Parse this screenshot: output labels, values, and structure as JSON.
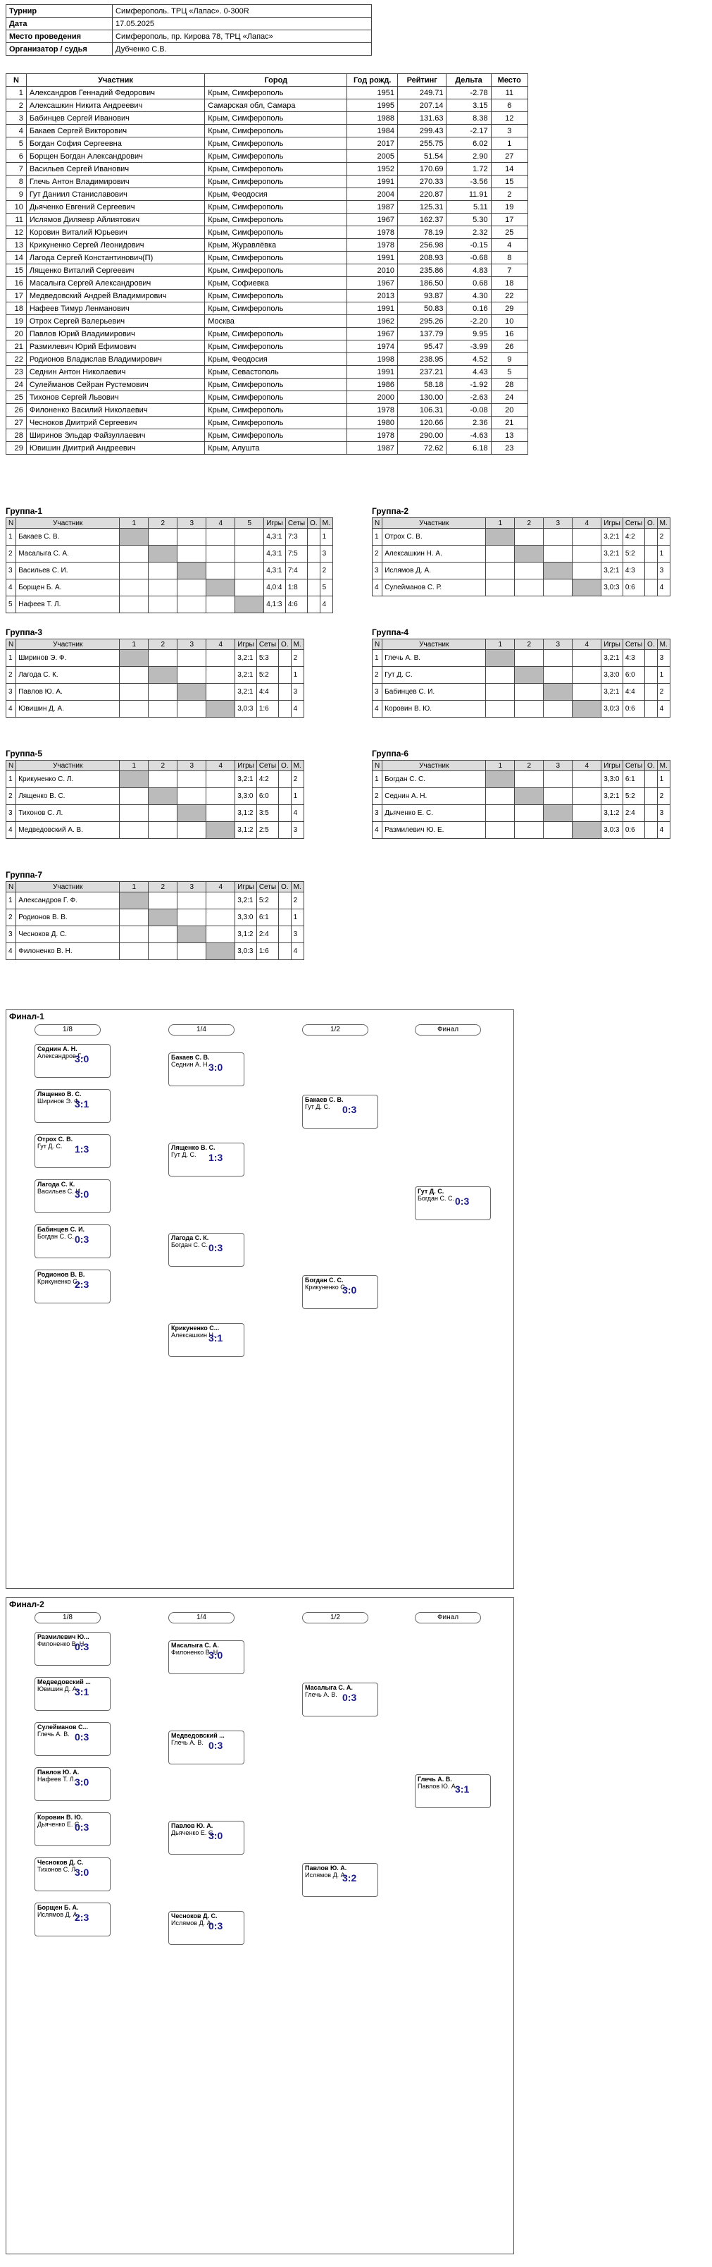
{
  "info": {
    "rows": [
      {
        "k": "Турнир",
        "v": "Симферополь. ТРЦ «Лапас». 0-300R"
      },
      {
        "k": "Дата",
        "v": "17.05.2025"
      },
      {
        "k": "Место проведения",
        "v": "Симферополь, пр. Кирова 78, ТРЦ «Лапас»"
      },
      {
        "k": "Организатор / судья",
        "v": "Дубченко С.В."
      }
    ]
  },
  "players": {
    "headers": [
      "N",
      "Участник",
      "Город",
      "Год рожд.",
      "Рейтинг",
      "Дельта",
      "Место"
    ],
    "rows": [
      [
        "1",
        "Александров Геннадий Федорович",
        "Крым, Симферополь",
        "1951",
        "249.71",
        "-2.78",
        "11"
      ],
      [
        "2",
        "Алексашкин Никита Андреевич",
        "Самарская обл, Самара",
        "1995",
        "207.14",
        "3.15",
        "6"
      ],
      [
        "3",
        "Бабинцев Сергей Иванович",
        "Крым, Симферополь",
        "1988",
        "131.63",
        "8.38",
        "12"
      ],
      [
        "4",
        "Бакаев Сергей Викторович",
        "Крым, Симферополь",
        "1984",
        "299.43",
        "-2.17",
        "3"
      ],
      [
        "5",
        "Богдан София Сергеевна",
        "Крым, Симферополь",
        "2017",
        "255.75",
        "6.02",
        "1"
      ],
      [
        "6",
        "Борщен Богдан Александрович",
        "Крым, Симферополь",
        "2005",
        "51.54",
        "2.90",
        "27"
      ],
      [
        "7",
        "Васильев Сергей Иванович",
        "Крым, Симферополь",
        "1952",
        "170.69",
        "1.72",
        "14"
      ],
      [
        "8",
        "Глечь Антон Владимирович",
        "Крым, Симферополь",
        "1991",
        "270.33",
        "-3.56",
        "15"
      ],
      [
        "9",
        "Гут Даниил Станиславович",
        "Крым, Феодосия",
        "2004",
        "220.87",
        "11.91",
        "2"
      ],
      [
        "10",
        "Дьяченко Евгений Сергеевич",
        "Крым, Симферополь",
        "1987",
        "125.31",
        "5.11",
        "19"
      ],
      [
        "11",
        "Ислямов Диляевр Айлиятович",
        "Крым, Симферополь",
        "1967",
        "162.37",
        "5.30",
        "17"
      ],
      [
        "12",
        "Коровин Виталий Юрьевич",
        "Крым, Симферополь",
        "1978",
        "78.19",
        "2.32",
        "25"
      ],
      [
        "13",
        "Крикуненко Сергей Леонидович",
        "Крым, Журавлёвка",
        "1978",
        "256.98",
        "-0.15",
        "4"
      ],
      [
        "14",
        "Лагода Сергей Константинович(П)",
        "Крым, Симферополь",
        "1991",
        "208.93",
        "-0.68",
        "8"
      ],
      [
        "15",
        "Лященко Виталий Сергеевич",
        "Крым, Симферополь",
        "2010",
        "235.86",
        "4.83",
        "7"
      ],
      [
        "16",
        "Масалыга Сергей Александрович",
        "Крым, Софиевка",
        "1967",
        "186.50",
        "0.68",
        "18"
      ],
      [
        "17",
        "Медведовский Андрей Владимирович",
        "Крым, Симферополь",
        "2013",
        "93.87",
        "4.30",
        "22"
      ],
      [
        "18",
        "Нафеев Тимур Ленманович",
        "Крым, Симферополь",
        "1991",
        "50.83",
        "0.16",
        "29"
      ],
      [
        "19",
        "Отрох Сергей Валерьевич",
        "Москва",
        "1962",
        "295.26",
        "-2.20",
        "10"
      ],
      [
        "20",
        "Павлов Юрий Владимирович",
        "Крым, Симферополь",
        "1967",
        "137.79",
        "9.95",
        "16"
      ],
      [
        "21",
        "Размилевич Юрий Ефимович",
        "Крым, Симферополь",
        "1974",
        "95.47",
        "-3.99",
        "26"
      ],
      [
        "22",
        "Родионов Владислав Владимирович",
        "Крым, Феодосия",
        "1998",
        "238.95",
        "4.52",
        "9"
      ],
      [
        "23",
        "Седнин Антон Николаевич",
        "Крым, Севастополь",
        "1991",
        "237.21",
        "4.43",
        "5"
      ],
      [
        "24",
        "Сулейманов Сейран Рустемович",
        "Крым, Симферополь",
        "1986",
        "58.18",
        "-1.92",
        "28"
      ],
      [
        "25",
        "Тихонов Сергей Львович",
        "Крым, Симферополь",
        "2000",
        "130.00",
        "-2.63",
        "24"
      ],
      [
        "26",
        "Филоненко Василий Николаевич",
        "Крым, Симферополь",
        "1978",
        "106.31",
        "-0.08",
        "20"
      ],
      [
        "27",
        "Чесноков Дмитрий Сергеевич",
        "Крым, Симферополь",
        "1980",
        "120.66",
        "2.36",
        "21"
      ],
      [
        "28",
        "Ширинов Эльдар Файзуллаевич",
        "Крым, Симферополь",
        "1978",
        "290.00",
        "-4.63",
        "13"
      ],
      [
        "29",
        "Ювишин Дмитрий Андреевич",
        "Крым, Алушта",
        "1987",
        "72.62",
        "6.18",
        "23"
      ]
    ]
  },
  "groups": [
    {
      "title": "Группа-1",
      "players": [
        "Бакаев С. В.",
        "Масалыга С. А.",
        "Васильев С. И.",
        "Борщен Б. А.",
        "Нафеев Т. Л."
      ],
      "games": [
        "4,3:1",
        "4,3:1",
        "4,3:1",
        "4,0:4",
        "4,1:3"
      ],
      "sets": [
        "7:3",
        "7:5",
        "7:4",
        "1:8",
        "4:6"
      ],
      "place": [
        "1",
        "3",
        "2",
        "5",
        "4"
      ]
    },
    {
      "title": "Группа-2",
      "players": [
        "Отрох С. В.",
        "Алексашкин Н. А.",
        "Ислямов Д. А.",
        "Сулейманов С. Р."
      ],
      "games": [
        "3,2:1",
        "3,2:1",
        "3,2:1",
        "3,0:3"
      ],
      "sets": [
        "4:2",
        "5:2",
        "4:3",
        "0:6"
      ],
      "place": [
        "2",
        "1",
        "3",
        "4"
      ]
    },
    {
      "title": "Группа-3",
      "players": [
        "Ширинов Э. Ф.",
        "Лагода С. К.",
        "Павлов Ю. А.",
        "Ювишин Д. А."
      ],
      "games": [
        "3,2:1",
        "3,2:1",
        "3,2:1",
        "3,0:3"
      ],
      "sets": [
        "5:3",
        "5:2",
        "4:4",
        "1:6"
      ],
      "place": [
        "2",
        "1",
        "3",
        "4"
      ]
    },
    {
      "title": "Группа-4",
      "players": [
        "Глечь А. В.",
        "Гут Д. С.",
        "Бабинцев С. И.",
        "Коровин В. Ю."
      ],
      "games": [
        "3,2:1",
        "3,3:0",
        "3,2:1",
        "3,0:3"
      ],
      "sets": [
        "4:3",
        "6:0",
        "4:4",
        "0:6"
      ],
      "place": [
        "3",
        "1",
        "2",
        "4"
      ]
    },
    {
      "title": "Группа-5",
      "players": [
        "Крикуненко С. Л.",
        "Лященко В. С.",
        "Тихонов С. Л.",
        "Медведовский А. В."
      ],
      "games": [
        "3,2:1",
        "3,3:0",
        "3,1:2",
        "3,1:2"
      ],
      "sets": [
        "4:2",
        "6:0",
        "3:5",
        "2:5"
      ],
      "place": [
        "2",
        "1",
        "4",
        "3"
      ]
    },
    {
      "title": "Группа-6",
      "players": [
        "Богдан С. С.",
        "Седнин А. Н.",
        "Дьяченко Е. С.",
        "Размилевич Ю. Е."
      ],
      "games": [
        "3,3:0",
        "3,2:1",
        "3,1:2",
        "3,0:3"
      ],
      "sets": [
        "6:1",
        "5:2",
        "2:4",
        "0:6"
      ],
      "place": [
        "1",
        "2",
        "3",
        "4"
      ]
    },
    {
      "title": "Группа-7",
      "players": [
        "Александров Г. Ф.",
        "Родионов В. В.",
        "Чесноков Д. С.",
        "Филоненко В. Н."
      ],
      "games": [
        "3,2:1",
        "3,3:0",
        "3,1:2",
        "3,0:3"
      ],
      "sets": [
        "5:2",
        "6:1",
        "2:4",
        "1:6"
      ],
      "place": [
        "2",
        "1",
        "3",
        "4"
      ]
    }
  ],
  "final1": {
    "title": "Финал-1",
    "stages": [
      "1/8",
      "1/4",
      "1/2",
      "Финал"
    ],
    "r16": [
      {
        "w": "Седнин А. Н.",
        "l": "Александров Г...",
        "s": "3:0"
      },
      {
        "w": "Лященко В. С.",
        "l": "Ширинов Э. Ф.",
        "s": "3:1"
      },
      {
        "w": "Отрох С. В.",
        "l": "Гут Д. С.",
        "s": "1:3"
      },
      {
        "w": "Лагода С. К.",
        "l": "Васильев С. И.",
        "s": "3:0"
      },
      {
        "w": "Бабинцев С. И.",
        "l": "Богдан С. С.",
        "s": "0:3"
      },
      {
        "w": "Родионов В. В.",
        "l": "Крикуненко С...",
        "s": "2:3"
      }
    ],
    "qf": [
      {
        "w": "Бакаев С. В.",
        "l": "Седнин А. Н.",
        "s": "3:0"
      },
      {
        "w": "Лященко В. С.",
        "l": "Гут Д. С.",
        "s": "1:3"
      },
      {
        "w": "Лагода С. К.",
        "l": "Богдан С. С.",
        "s": "0:3"
      },
      {
        "w": "Крикуненко С...",
        "l": "Алексашкин Н...",
        "s": "3:1"
      }
    ],
    "sf": [
      {
        "w": "Бакаев С. В.",
        "l": "Гут Д. С.",
        "s": "0:3"
      },
      {
        "w": "Богдан С. С.",
        "l": "Крикуненко С...",
        "s": "3:0"
      }
    ],
    "final": {
      "w": "Гут Д. С.",
      "l": "Богдан С. С.",
      "s": "0:3"
    }
  },
  "final2": {
    "title": "Финал-2",
    "stages": [
      "1/8",
      "1/4",
      "1/2",
      "Финал"
    ],
    "r16": [
      {
        "w": "Размилевич Ю...",
        "l": "Филоненко В. Н.",
        "s": "0:3"
      },
      {
        "w": "Медведовский ...",
        "l": "Ювишин Д. А.",
        "s": "3:1"
      },
      {
        "w": "Сулейманов С...",
        "l": "Глечь А. В.",
        "s": "0:3"
      },
      {
        "w": "Павлов Ю. А.",
        "l": "Нафеев Т. Л.",
        "s": "3:0"
      },
      {
        "w": "Коровин В. Ю.",
        "l": "Дьяченко Е. С.",
        "s": "0:3"
      },
      {
        "w": "Чесноков Д. С.",
        "l": "Тихонов С. Л.",
        "s": "3:0"
      },
      {
        "w": "Борщен Б. А.",
        "l": "Ислямов Д. А.",
        "s": "2:3"
      }
    ],
    "qf": [
      {
        "w": "Масалыга С. А.",
        "l": "Филоненко В. Н.",
        "s": "3:0"
      },
      {
        "w": "Медведовский ...",
        "l": "Глечь А. В.",
        "s": "0:3"
      },
      {
        "w": "Павлов Ю. А.",
        "l": "Дьяченко Е. С.",
        "s": "3:0"
      },
      {
        "w": "Чесноков Д. С.",
        "l": "Ислямов Д. А.",
        "s": "0:3"
      }
    ],
    "sf": [
      {
        "w": "Масалыга С. А.",
        "l": "Глечь А. В.",
        "s": "0:3"
      },
      {
        "w": "Павлов Ю. А.",
        "l": "Ислямов Д. А.",
        "s": "3:2"
      }
    ],
    "final": {
      "w": "Глечь А. В.",
      "l": "Павлов Ю. А.",
      "s": "3:1"
    }
  }
}
